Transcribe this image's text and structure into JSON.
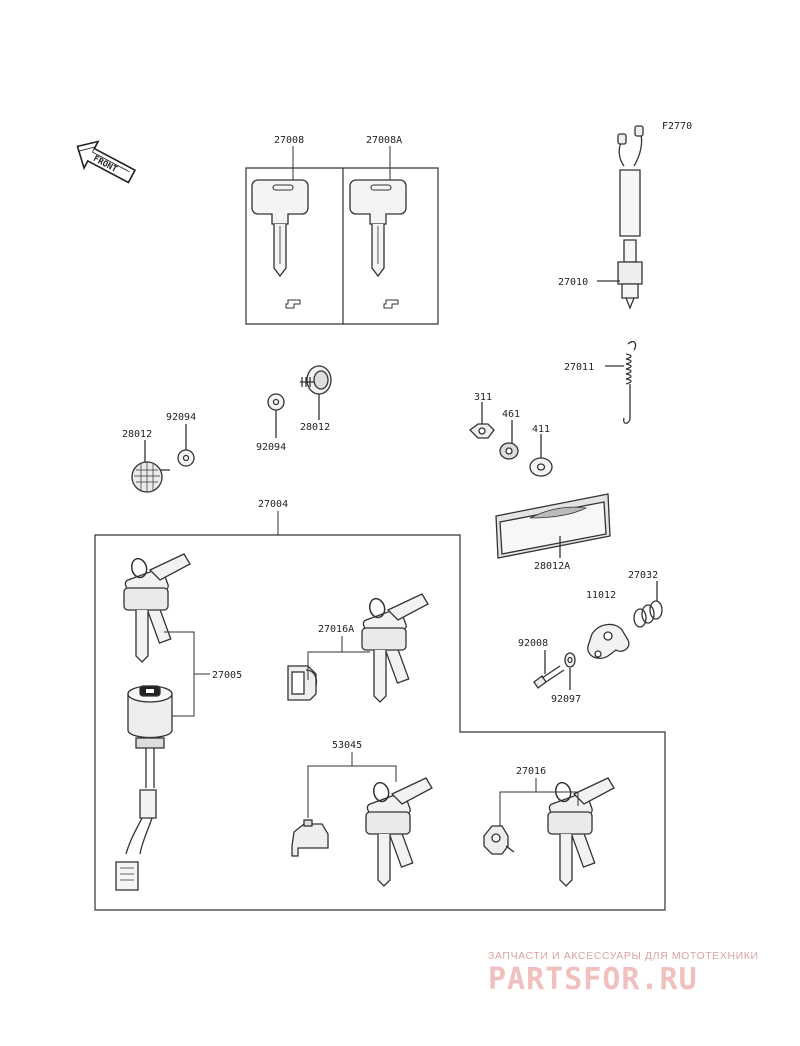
{
  "figure_code": "F2770",
  "front_label": "FRONT",
  "parts": {
    "key_blank_a": "27008",
    "key_blank_b": "27008A",
    "switch_assy": "27010",
    "spring": "27011",
    "reflector_a_left": "28012",
    "washer_left": "92094",
    "washer_mid": "92094",
    "reflector_a_mid": "28012",
    "nut": "311",
    "washer_461": "461",
    "washer_411": "411",
    "reflector_b": "28012A",
    "lock_set": "27004",
    "ignition_switch": "27005",
    "lock_27016A": "27016A",
    "lock_53045": "53045",
    "lock_27016": "27016",
    "spring_27032": "27032",
    "gasket_11012": "11012",
    "bolt_92008": "92008",
    "washer_92097": "92097"
  },
  "watermark": {
    "caption": "ЗАПЧАСТИ И АКСЕССУАРЫ ДЛЯ МОТОТЕХНИКИ",
    "brand": "PARTSFOR.RU"
  }
}
